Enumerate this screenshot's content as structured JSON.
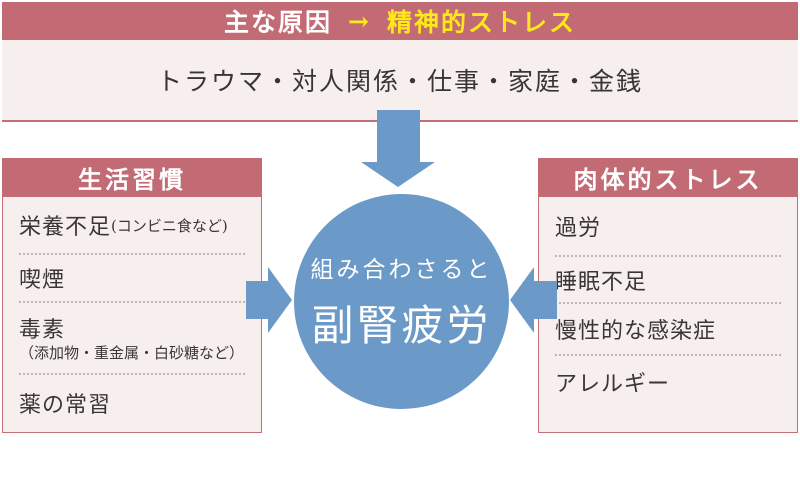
{
  "colors": {
    "rose": "#c26b74",
    "rose_border": "#c0707a",
    "panel_bg": "#f6efee",
    "blue": "#6b9ac8",
    "yellow": "#ffe817",
    "text": "#3b3636",
    "page_bg": "#ffffff"
  },
  "banner": {
    "label": "主な原因",
    "arrow": "→",
    "highlight": "精神的ストレス"
  },
  "main_causes": {
    "text": "トラウマ・対人関係・仕事・家庭・金銭"
  },
  "left_panel": {
    "title": "生活習慣",
    "items": [
      {
        "main": "栄養不足",
        "note": "(コンビニ食など)"
      },
      {
        "main": "喫煙"
      },
      {
        "main": "毒素",
        "note2": "（添加物・重金属・白砂糖など）"
      },
      {
        "main": "薬の常習"
      }
    ]
  },
  "right_panel": {
    "title": "肉体的ストレス",
    "items": [
      {
        "main": "過労"
      },
      {
        "main": "睡眠不足"
      },
      {
        "main": "慢性的な感染症"
      },
      {
        "main": "アレルギー"
      }
    ]
  },
  "center": {
    "line1": "組み合わさると",
    "line2": "副腎疲労"
  }
}
